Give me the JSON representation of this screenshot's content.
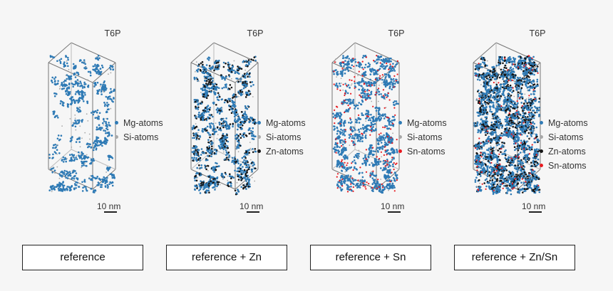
{
  "colors": {
    "mg": "#2e7ab5",
    "si": "#a8a8a8",
    "zn": "#151515",
    "sn": "#e8191f",
    "box_line": "#777777"
  },
  "panels": [
    {
      "title": "T6P",
      "scale_label": "10 nm",
      "caption": "reference",
      "legend": [
        {
          "label": "Mg-atoms",
          "color": "#2e7ab5"
        },
        {
          "label": "Si-atoms",
          "color": "#a8a8a8"
        }
      ],
      "atoms": {
        "mg_density": "low",
        "zn": false,
        "sn": false
      }
    },
    {
      "title": "T6P",
      "scale_label": "10 nm",
      "caption": "reference + Zn",
      "legend": [
        {
          "label": "Mg-atoms",
          "color": "#2e7ab5"
        },
        {
          "label": "Si-atoms",
          "color": "#a8a8a8"
        },
        {
          "label": "Zn-atoms",
          "color": "#151515"
        }
      ],
      "atoms": {
        "mg_density": "medium",
        "zn": true,
        "sn": false
      }
    },
    {
      "title": "T6P",
      "scale_label": "10 nm",
      "caption": "reference + Sn",
      "legend": [
        {
          "label": "Mg-atoms",
          "color": "#2e7ab5"
        },
        {
          "label": "Si-atoms",
          "color": "#a8a8a8"
        },
        {
          "label": "Sn-atoms",
          "color": "#e8191f"
        }
      ],
      "atoms": {
        "mg_density": "medium",
        "zn": false,
        "sn": true
      }
    },
    {
      "title": "T6P",
      "scale_label": "10 nm",
      "caption": "reference + Zn/Sn",
      "legend": [
        {
          "label": "Mg-atoms",
          "color": "#2e7ab5"
        },
        {
          "label": "Si-atoms",
          "color": "#a8a8a8"
        },
        {
          "label": "Zn-atoms",
          "color": "#151515"
        },
        {
          "label": "Sn-atoms",
          "color": "#e8191f"
        }
      ],
      "atoms": {
        "mg_density": "high",
        "zn": true,
        "sn": true
      }
    }
  ]
}
